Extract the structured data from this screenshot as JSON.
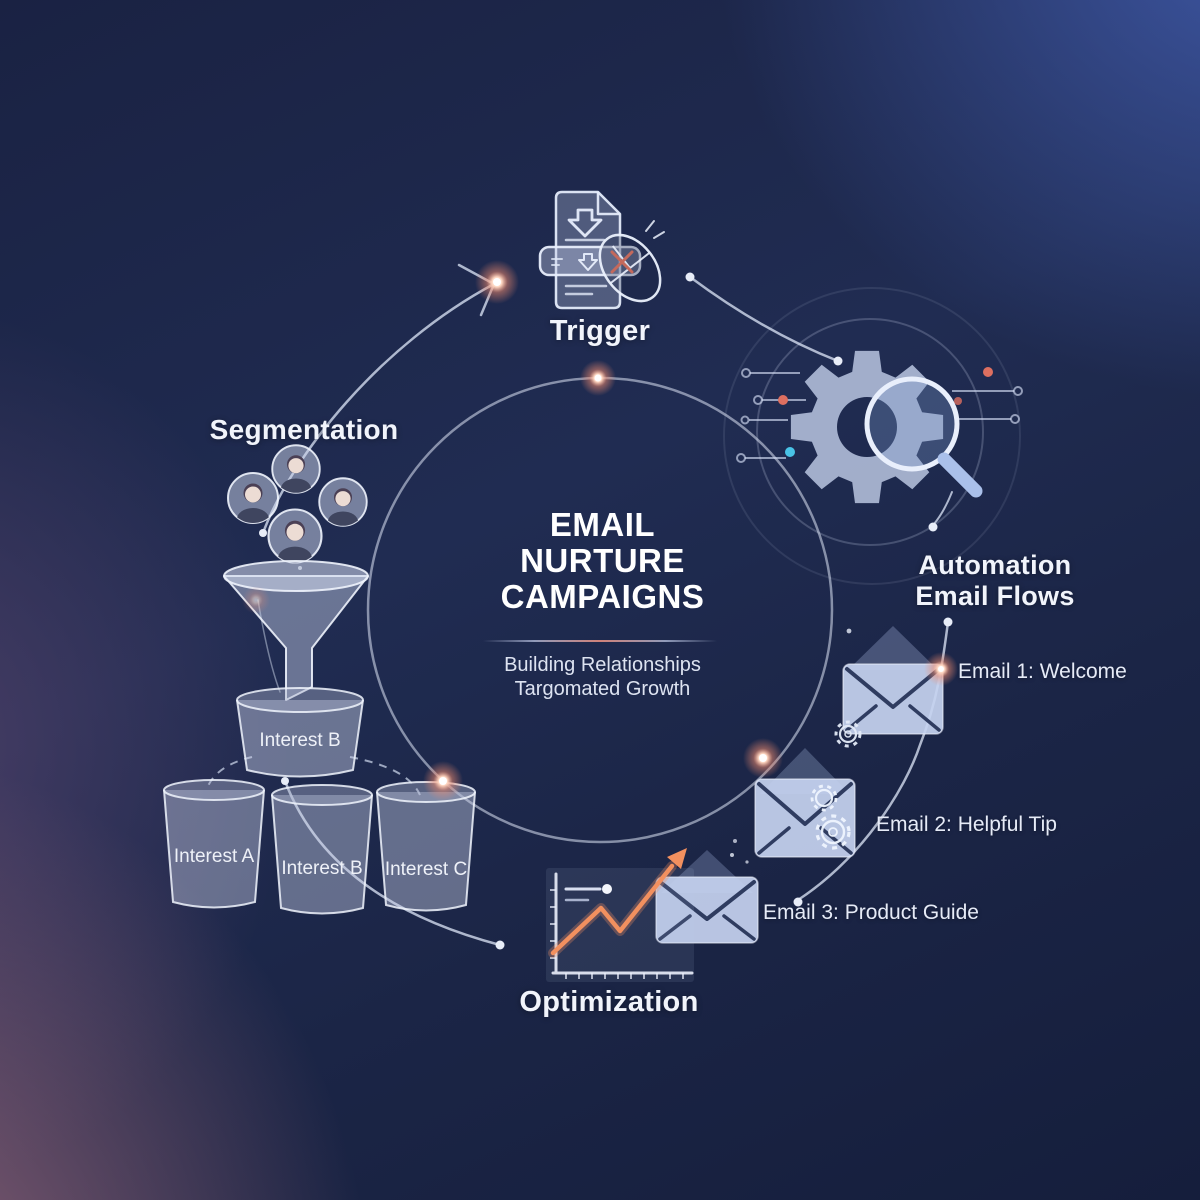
{
  "center": {
    "title_line1": "EMAIL",
    "title_line2": "NURTURE",
    "title_line3": "CAMPAIGNS",
    "subtitle_line1": "Building Relationships",
    "subtitle_line2": "Targomated Growth"
  },
  "stages": {
    "trigger": {
      "label": "Trigger"
    },
    "segmentation": {
      "label": "Segmentation"
    },
    "automation": {
      "label_line1": "Automation",
      "label_line2": "Email Flows"
    },
    "optimization": {
      "label": "Optimization"
    }
  },
  "emails": [
    {
      "label": "Email 1: Welcome"
    },
    {
      "label": "Email 2: Helpful Tip"
    },
    {
      "label": "Email 3: Product Guide"
    }
  ],
  "funnel_buckets": {
    "top_bucket_label": "Interest B",
    "bottom_bucket_labels": [
      "Interest A",
      "Interest B",
      "Interest C"
    ]
  },
  "icons": {
    "trigger": "document-download-with-mouse-icon",
    "segmentation": "avatars-into-funnel-icon",
    "automation": "gear-with-magnifier-icon",
    "emails": "envelope-icon",
    "optimization": "rising-line-chart-icon"
  },
  "colors": {
    "background_navy": "#202c52",
    "corner_blue": "#405aaa",
    "corner_mauve": "#96667a",
    "line_light": "#dfe6f5",
    "icon_fill": "#bac6e0",
    "accent_orange": "#f2905f",
    "glow_warm": "#ffb9a0",
    "red_dot": "#dd6f60",
    "cyan_dot": "#49c3e6"
  }
}
